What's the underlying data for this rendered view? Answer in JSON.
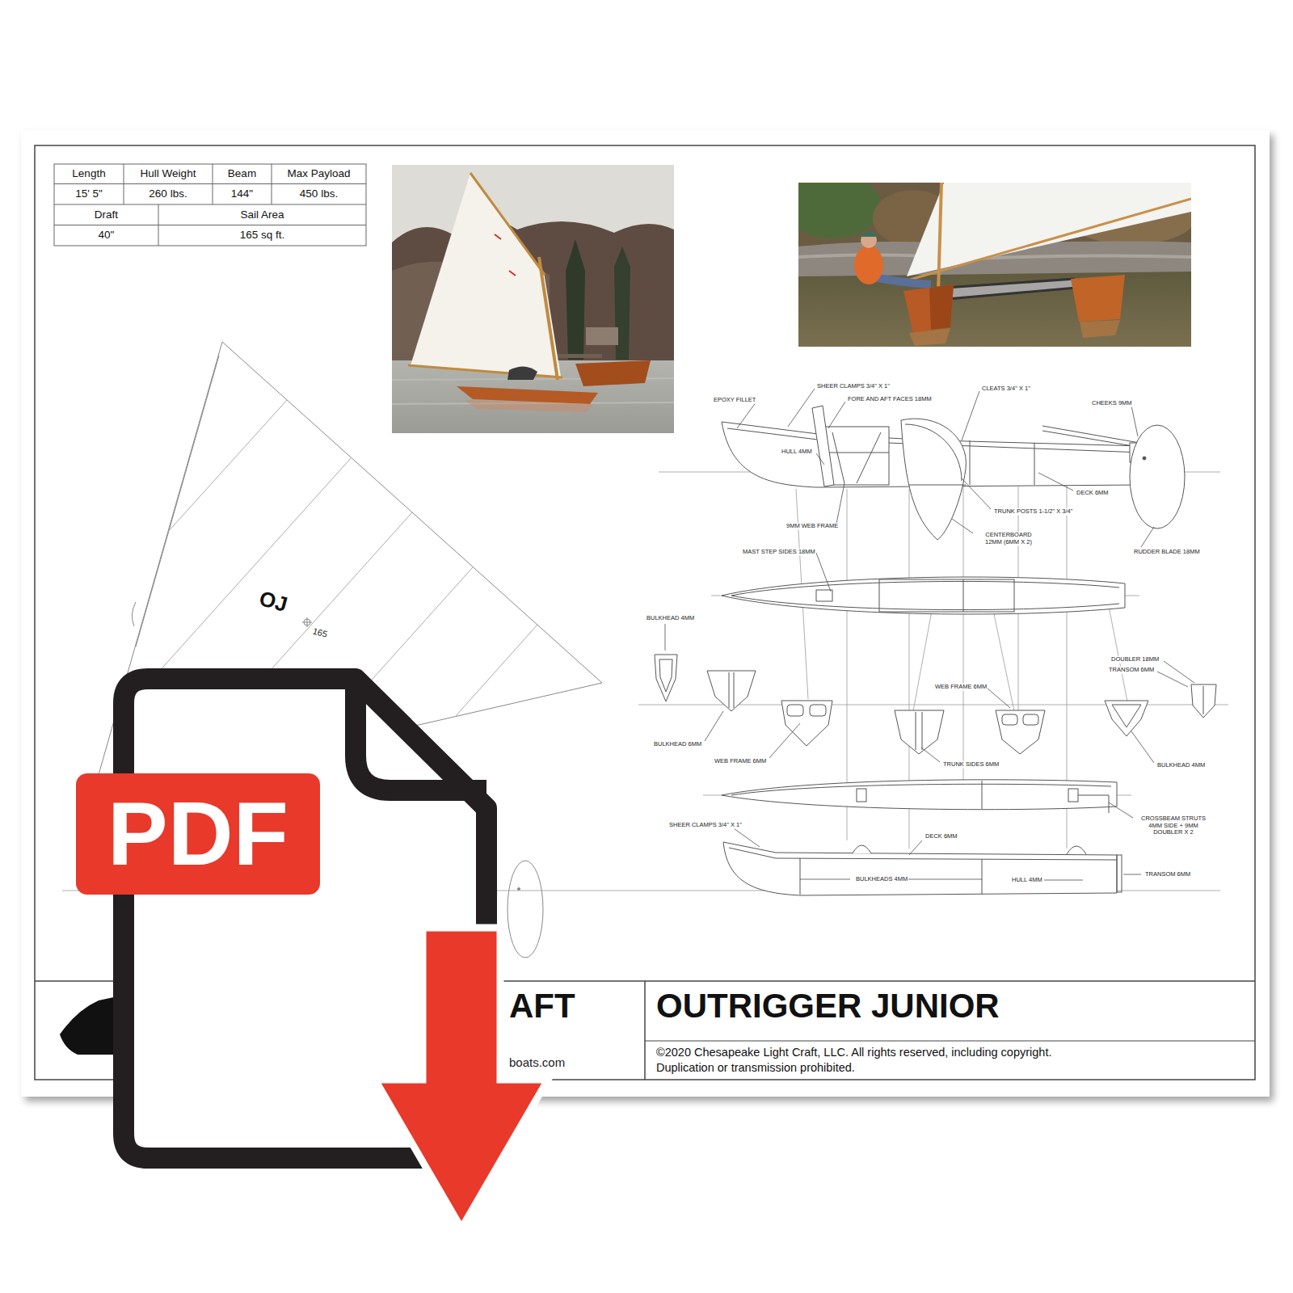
{
  "diagram": {
    "nodes": [
      {
        "text": [
          "AFT",
          "boats.com"
        ]
      },
      {
        "text": [
          "OUTRIGGER JUNIOR",
          "©2020 Chesapeake Light Craft, LLC. All rights reserved, including copyright.",
          "Duplication or transmission prohibited."
        ]
      },
      {
        "text": [
          "PDF"
        ]
      }
    ],
    "labels": [
      "Length",
      "Hull Weight",
      "Beam",
      "Max Payload",
      "15' 5\"",
      "260 lbs.",
      "144\"",
      "450 lbs.",
      "Draft",
      "Sail Area",
      "40\"",
      "165 sq ft.",
      "OJ",
      "165",
      "SHEER CLAMPS 3/4\" X 1\"",
      "FORE AND AFT FACES 18MM",
      "EPOXY FILLET",
      "CLEATS 3/4\" X 1\"",
      "CHEEKS 9MM",
      "HULL 4MM",
      "DECK 6MM",
      "TRUNK POSTS 1-1/2\" X 3/4\"",
      "9MM WEB FRAME",
      "CENTERBOARD 12MM (6MM X 2)",
      "RUDDER BLADE 18MM",
      "MAST STEP SIDES 18MM",
      "BULKHEAD 4MM",
      "DOUBLER 18MM",
      "TRANSOM 6MM",
      "WEB FRAME 6MM",
      "BULKHEAD 6MM",
      "WEB FRAME 6MM",
      "TRUNK SIDES 6MM",
      "BULKHEAD 4MM",
      "CROSSBEAM STRUTS 4MM SIDE + 9MM DOUBLER X 2",
      "SHEER CLAMPS 3/4\" X 1\"",
      "DECK 6MM",
      "BULKHEADS 4MM",
      "HULL 4MM",
      "TRANSOM 6MM"
    ]
  }
}
